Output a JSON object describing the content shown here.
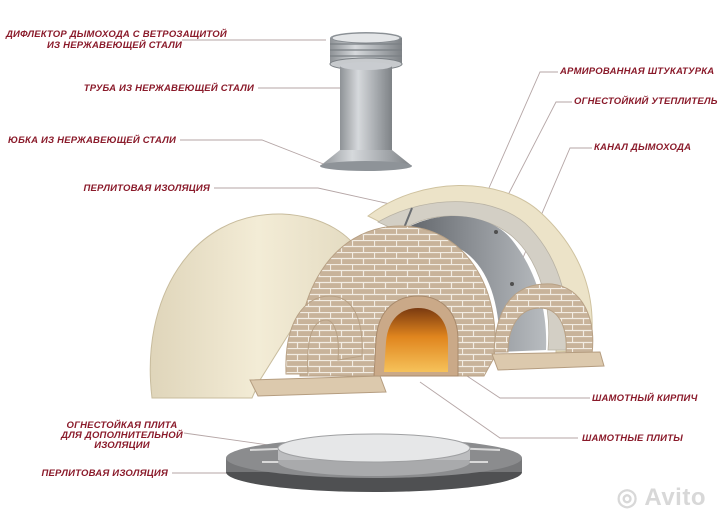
{
  "labels": {
    "deflector_line1": "ДИФЛЕКТОР ДЫМОХОДА С ВЕТРОЗАЩИТОЙ",
    "deflector_line2": "ИЗ НЕРЖАВЕЮЩЕЙ СТАЛИ",
    "pipe": "ТРУБА ИЗ НЕРЖАВЕЮЩЕЙ СТАЛИ",
    "skirt": "ЮБКА ИЗ НЕРЖАВЕЮЩЕЙ СТАЛИ",
    "perlite_top": "ПЕРЛИТОВАЯ ИЗОЛЯЦИЯ",
    "plaster": "АРМИРОВАННАЯ ШТУКАТУРКА",
    "insulation": "ОГНЕСТОЙКИЙ УТЕПЛИТЕЛЬ",
    "flue": "КАНАЛ ДЫМОХОДА",
    "firebrick": "ШАМОТНЫЙ КИРПИЧ",
    "fireclay_slabs": "ШАМОТНЫЕ ПЛИТЫ",
    "board_line1": "ОГНЕСТОЙКАЯ ПЛИТА",
    "board_line2": "ДЛЯ ДОПОЛНИТЕЛЬНОЙ",
    "board_line3": "ИЗОЛЯЦИИ",
    "perlite_bottom": "ПЕРЛИТОВАЯ ИЗОЛЯЦИЯ"
  },
  "watermark": "Avito",
  "colors": {
    "label": "#8a1a2a",
    "leader": "#b0a0a0",
    "dome_shell": "#efe7cf",
    "brick": "#c9b49c",
    "steel": "#a9adb1",
    "fire": "#f0a030",
    "base": "#6f6f6f"
  }
}
